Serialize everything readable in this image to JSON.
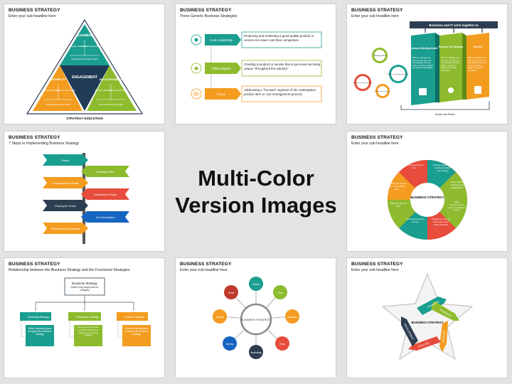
{
  "center": {
    "line1": "Multi-Color",
    "line2": "Version Images"
  },
  "slides": [
    {
      "title": "BUSINESS STRATEGY",
      "subtitle": "Enter your sub headline here",
      "labels": {
        "alignment": "ALIGNMENT",
        "engagement": "ENGAGEMENT",
        "capability": "CAPABILITY",
        "accountability": "ACCOUNTABILITY",
        "execution": "STRATEGY EXECUTION",
        "t1": "Strategic Clarification",
        "t2": "Roles and Expectations",
        "t3": "Goal-Directed Decision Rights",
        "t4": "Strategic Clarification",
        "t5": "Roles and Expectations",
        "t6": "Goal-Directed Decision Rights",
        "t7": "Strategic Clarification",
        "t8": "Roles and Expectations",
        "t9": "Goal-Directed Decision Rights"
      },
      "colors": {
        "top": "#1a9e8f",
        "left": "#f39c1f",
        "right": "#8dbb2d",
        "center": "#1f3b55"
      }
    },
    {
      "title": "BUSINESS STRATEGY",
      "subtitle": "Three Generic Business Strategies",
      "rows": [
        {
          "label": "Cost Leadership",
          "text": "Producing and marketing a good quality product or service at a lower cost than competitors",
          "icon": "coins-icon",
          "color": "#1a9e8f"
        },
        {
          "label": "Differentiation",
          "text": "Creating a product or service that is perceived as being unique \"throughout the industry\"",
          "icon": "lightbulb-icon",
          "color": "#8dbb2d"
        },
        {
          "label": "Focus",
          "text": "Addressing a \"focused\" segment of the marketplace, product item or cost management process",
          "icon": "eye-icon",
          "color": "#f39c1f"
        }
      ]
    },
    {
      "title": "BUSINESS STRATEGY",
      "subtitle": "Enter your sub headline here",
      "banner": "Business and IT work together to",
      "footer": "Iterate and Refine",
      "panels": [
        {
          "label": "Develop a Working Model",
          "text": "This is a sample text that you can edit. You can change font size, colour, overlay or apply any desired formatting.",
          "color": "#1a9e8f"
        },
        {
          "label": "Execute The Strategy",
          "text": "This is a sample text that you can edit. You can change font size, colour, overlay or apply any desired formatting.",
          "color": "#8dbb2d"
        },
        {
          "label": "Review",
          "text": "This is a sample text that you can edit. You can change font size, colour, overlay or apply any desired formatting.",
          "color": "#f39c1f"
        }
      ],
      "gears": [
        {
          "label": "Strategy Plan",
          "color": "#8dbb2d"
        },
        {
          "label": "Business Organizational Goals",
          "color": "#1a9e8f"
        },
        {
          "label": "Insights & Business Needs",
          "color": "#e74c3c"
        },
        {
          "label": "Deliver the Outcomes",
          "color": "#f39c1f"
        }
      ]
    },
    {
      "title": "BUSINESS STRATEGY",
      "subtitle": "7 Steps to Implementing Business Strategy",
      "steps": [
        {
          "label": "Vision",
          "color": "#1a9e8f",
          "side": "left"
        },
        {
          "label": "Strategic Plan",
          "color": "#8dbb2d",
          "side": "right"
        },
        {
          "label": "Organizational Goals",
          "color": "#f39c1f",
          "side": "left"
        },
        {
          "label": "Department Goals",
          "color": "#e74c3c",
          "side": "right"
        },
        {
          "label": "Employee Goals",
          "color": "#2d3e50",
          "side": "left"
        },
        {
          "label": "Job Description",
          "color": "#1565c0",
          "side": "right"
        },
        {
          "label": "Performance Appraisal",
          "color": "#f39c1f",
          "side": "left"
        }
      ]
    },
    {
      "title": "BUSINESS STRATEGY",
      "subtitle": "Enter your sub headline here",
      "center": "BUSINESS STRATEGY",
      "segments": [
        {
          "text": "Convey corporate's feelings towards your strategy",
          "color": "#1a9e8f"
        },
        {
          "text": "Keep Hands / employees and stakeholders",
          "color": "#8dbb2d"
        },
        {
          "text": "Make Communication relevant to different levels",
          "color": "#8dbb2d"
        },
        {
          "text": "Include the 'why' as well as the 'how' what and when",
          "color": "#e74c3c"
        },
        {
          "text": "Communicate from the top",
          "color": "#1a9e8f"
        },
        {
          "text": "Walk the talk and often",
          "color": "#8dbb2d"
        },
        {
          "text": "Provide the rational and communicate early",
          "color": "#f39c1f"
        },
        {
          "text": "Be as honest as you can",
          "color": "#e74c3c"
        }
      ]
    },
    {
      "title": "BUSINESS STRATEGY",
      "subtitle": "Relationship between the Business Strategy and the Functional Strategies",
      "top": {
        "label": "Business Strategy",
        "text": "Define long range plan for company"
      },
      "boxes": [
        {
          "label": "Marketing Strategy",
          "text": "Define marketing plans to support the business strategy",
          "color": "#1a9e8f"
        },
        {
          "label": "Operations Strategy",
          "text": "Develop a plan for the operations function to support the business strategy",
          "color": "#8dbb2d"
        },
        {
          "label": "Finance Strategy",
          "text": "Develop financial plans to support the business strategy",
          "color": "#f39c1f"
        }
      ]
    },
    {
      "title": "BUSINESS STRATEGY",
      "subtitle": "Enter your sub headline here",
      "center": "BUSINESS STRATEGY",
      "nodes": [
        {
          "label": "Vision",
          "color": "#1a9e8f"
        },
        {
          "label": "Plan",
          "color": "#8dbb2d"
        },
        {
          "label": "Analysis",
          "color": "#f39c1f"
        },
        {
          "label": "Risk",
          "color": "#e74c3c"
        },
        {
          "label": "Marketing",
          "color": "#2d3e50"
        },
        {
          "label": "Money",
          "color": "#1565c0"
        },
        {
          "label": "Quality",
          "color": "#f39c1f"
        },
        {
          "label": "Goal",
          "color": "#c0392b"
        }
      ]
    },
    {
      "title": "BUSINESS STRATEGY",
      "subtitle": "Enter your sub headline here",
      "center": "BUSINESS STRATEGY",
      "arrows": [
        {
          "label": "STANDARD",
          "color": "#1a9e8f"
        },
        {
          "label": "RESEARCH",
          "color": "#8dbb2d"
        },
        {
          "label": "FINANCIAL",
          "color": "#f39c1f"
        },
        {
          "label": "ANALYSIS",
          "color": "#e74c3c"
        },
        {
          "label": "DEVELOPMENT",
          "color": "#2d3e50"
        }
      ]
    }
  ]
}
